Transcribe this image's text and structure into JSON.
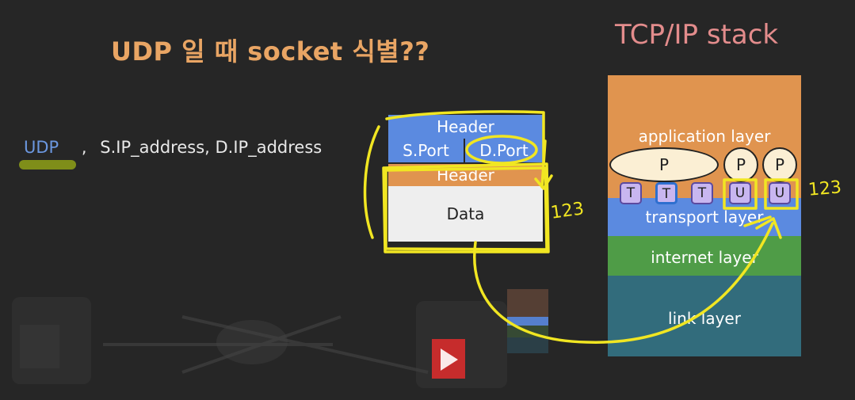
{
  "title": "UDP 일 때 socket 식별??",
  "stack_title": "TCP/IP stack",
  "identifier": {
    "protocol": "UDP",
    "separator": ",",
    "rest": "S.IP_address,  D.IP_address"
  },
  "packet": {
    "ip_header": "Header",
    "src_port": "S.Port",
    "dst_port": "D.Port",
    "transport_header": "Header",
    "payload": "Data"
  },
  "stack": {
    "layers": [
      "application layer",
      "transport layer",
      "internet layer",
      "link layer"
    ],
    "processes": [
      "P",
      "P",
      "P"
    ],
    "sockets": [
      "T",
      "T",
      "T",
      "U",
      "U"
    ]
  },
  "annotations": [
    "123",
    "123"
  ],
  "colors": {
    "title": "#e9a564",
    "stack_title": "#e38c8c",
    "application": "#e0944f",
    "transport": "#5b8ae0",
    "internet": "#4f9c47",
    "link": "#326c7c",
    "highlighter": "#f1e622"
  }
}
